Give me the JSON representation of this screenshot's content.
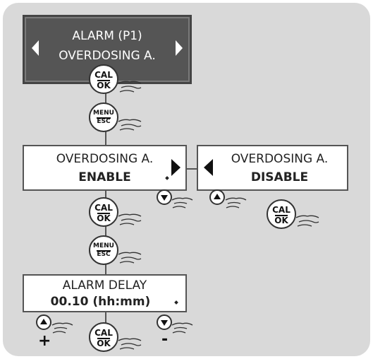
{
  "screens": {
    "alarm": {
      "line1": "ALARM (P1)",
      "line2": "OVERDOSING A."
    },
    "enable": {
      "line1": "OVERDOSING A.",
      "line2": "ENABLE"
    },
    "disable": {
      "line1": "OVERDOSING A.",
      "line2": "DISABLE"
    },
    "delay": {
      "line1": "ALARM DELAY",
      "line2": "00.10 (hh:mm)"
    }
  },
  "buttons": {
    "cal_top": "CAL",
    "cal_bottom": "OK",
    "menu_top": "MENU",
    "menu_bottom": "ESC"
  },
  "signs": {
    "plus": "+",
    "minus": "-"
  },
  "icons": {
    "hand": "pressing-hand-icon",
    "up": "up-arrow-button-icon",
    "down": "down-arrow-button-icon",
    "left": "left-arrow-icon",
    "right": "right-arrow-icon"
  },
  "colors": {
    "panel": "#d9d9d9",
    "screen_dark": "#555555",
    "screen_light": "#ffffff",
    "line": "#555555"
  }
}
